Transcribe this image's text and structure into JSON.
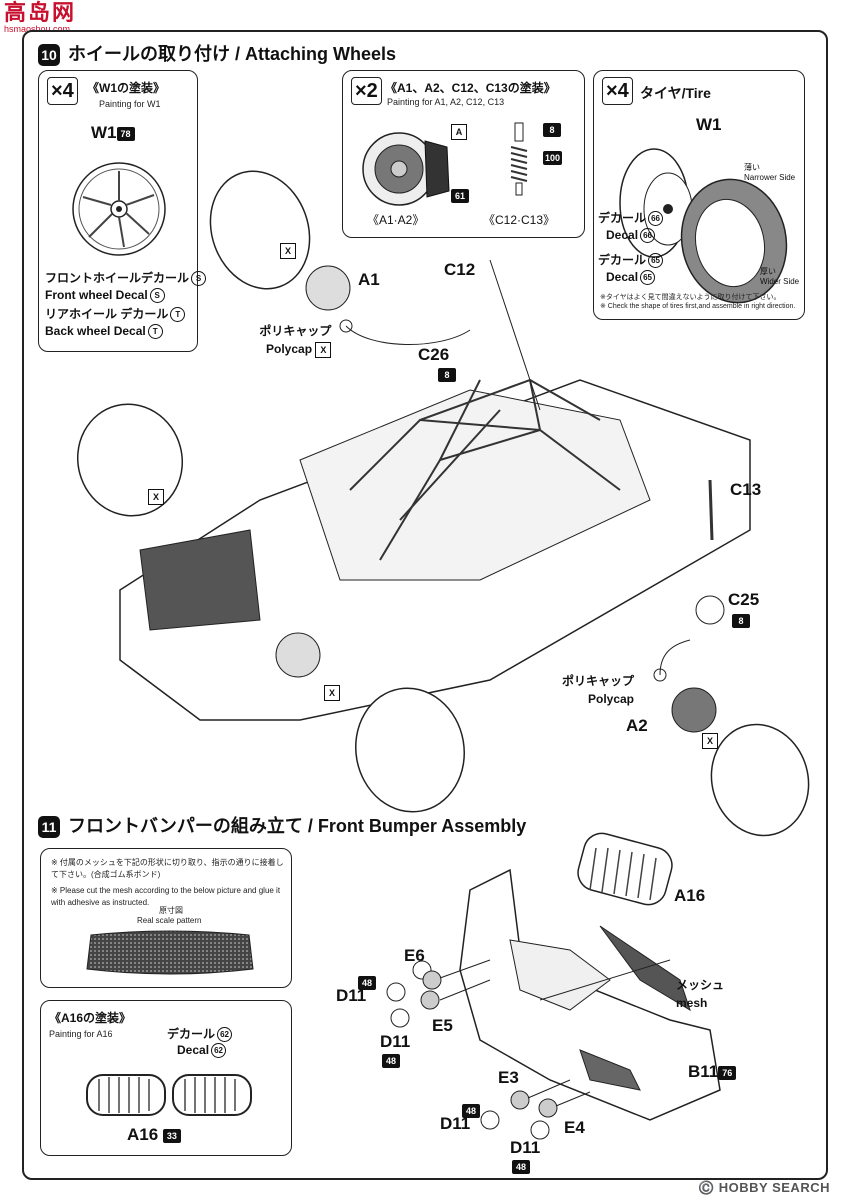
{
  "watermark": {
    "top": "高岛网",
    "top_sub": "hsmaoshou.com",
    "bottom_right": "©️ HOBBY SEARCH"
  },
  "step10": {
    "number": "10",
    "title": "ホイールの取り付け / Attaching Wheels",
    "box_w1": {
      "mult": "×4",
      "title": "《W1の塗装》",
      "subtitle": "Painting for W1",
      "part": "W1",
      "part_num": "78",
      "front_decal_jp": "フロントホイールデカール",
      "front_decal_en": "Front wheel Decal",
      "front_decal_code": "S",
      "rear_decal_jp": "リアホイール デカール",
      "rear_decal_en": "Back wheel Decal",
      "rear_decal_code": "T"
    },
    "box_a1": {
      "mult": "×2",
      "title": "《A1、A2、C12、C13の塗装》",
      "subtitle": "Painting for A1, A2, C12, C13",
      "sq_a": "A",
      "num_61": "61",
      "num_8": "8",
      "num_100": "100",
      "cap_a": "《A1·A2》",
      "cap_c": "《C12·C13》"
    },
    "box_tire": {
      "mult": "×4",
      "title": "タイヤ/Tire",
      "part": "W1",
      "narrow_jp": "薄い",
      "narrow_en": "Narrower Side",
      "wide_jp": "厚い",
      "wide_en": "Wider Side",
      "decal_jp_1": "デカール",
      "decal_num_1": "66",
      "decal_en_1": "Decal",
      "decal_jp_2": "デカール",
      "decal_num_2": "65",
      "decal_en_2": "Decal",
      "note_jp": "※タイヤはよく見て間違えないように取り付けて下さい。",
      "note_en": "※ Check the shape of tires first,and assemble in right direction."
    },
    "labels": {
      "a1": "A1",
      "a2": "A2",
      "c12": "C12",
      "c13": "C13",
      "c26": "C26",
      "c26_num": "8",
      "c25": "C25",
      "c25_num": "8",
      "polycap_jp": "ポリキャップ",
      "polycap_en": "Polycap",
      "polycap_jp_2": "ポリキャップ",
      "polycap_en_2": "Polycap",
      "x_mark": "X"
    }
  },
  "step11": {
    "number": "11",
    "title": "フロントバンパーの組み立て / Front Bumper Assembly",
    "note_jp": "※ 付属のメッシュを下記の形状に切り取り、指示の通りに接着して下さい。(合成ゴム系ボンド)",
    "note_en": "※ Please cut the mesh according to the below picture and glue it with adhesive as instructed.",
    "scale_jp": "原寸図",
    "scale_en": "Real scale pattern",
    "box_a16": {
      "title": "《A16の塗装》",
      "subtitle": "Painting for A16",
      "decal_jp": "デカール",
      "decal_en": "Decal",
      "decal_num": "62",
      "part": "A16",
      "part_num": "33"
    },
    "labels": {
      "a16": "A16",
      "mesh_jp": "メッシュ",
      "mesh_en": "mesh",
      "b11": "B11",
      "b11_num": "76",
      "e6": "E6",
      "e5": "E5",
      "e3": "E3",
      "e4": "E4",
      "d11_a": "D11",
      "d11_b": "D11",
      "d11_c": "D11",
      "d11_d": "D11",
      "num_48": "48"
    }
  }
}
